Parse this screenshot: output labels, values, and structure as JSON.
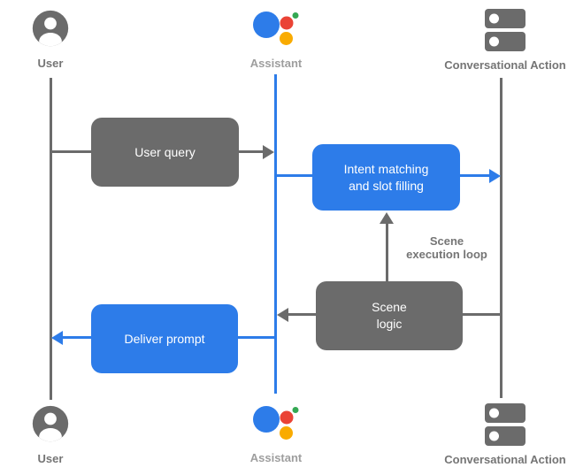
{
  "colors": {
    "blue": "#2d7ce9",
    "gray": "#6b6b6b",
    "label": "#757575",
    "assistant_label": "#9e9e9e",
    "assistant_red": "#ea4335",
    "assistant_green": "#34a853",
    "assistant_yellow": "#f9ab00"
  },
  "actors": {
    "user": {
      "label": "User"
    },
    "assistant": {
      "label": "Assistant"
    },
    "conversational_action": {
      "label": "Conversational Action"
    }
  },
  "boxes": {
    "user_query": {
      "label": "User query"
    },
    "intent_matching": {
      "line1": "Intent matching",
      "line2": "and slot filling"
    },
    "scene_logic": {
      "line1": "Scene",
      "line2": "logic"
    },
    "deliver_prompt": {
      "label": "Deliver prompt"
    }
  },
  "annotations": {
    "scene_execution_loop": {
      "line1": "Scene",
      "line2": "execution loop"
    }
  }
}
